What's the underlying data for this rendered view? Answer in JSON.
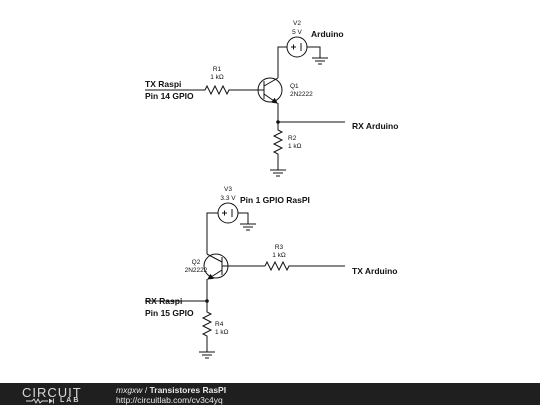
{
  "colors": {
    "ink": "#111111",
    "footer_bg": "#1f1f1f",
    "footer_text": "#e8e8e8"
  },
  "circuit1": {
    "v2_name": "V2",
    "v2_value": "5 V",
    "v2_net": "Arduino",
    "r1_name": "R1",
    "r1_value": "1 kΩ",
    "tx_raspi": "TX Raspi",
    "tx_pin": "Pin 14 GPIO",
    "q1_name": "Q1",
    "q1_part": "2N2222",
    "rx_arduino": "RX Arduino",
    "r2_name": "R2",
    "r2_value": "1 kΩ"
  },
  "circuit2": {
    "v3_name": "V3",
    "v3_value": "3.3 V",
    "v3_net": "Pin 1 GPIO RasPI",
    "r3_name": "R3",
    "r3_value": "1 kΩ",
    "q2_name": "Q2",
    "q2_part": "2N2222",
    "tx_arduino": "TX Arduino",
    "rx_raspi": "RX Raspi",
    "rx_pin": "Pin 15 GPIO",
    "r4_name": "R4",
    "r4_value": "1 kΩ"
  },
  "footer": {
    "logo_top": "CIRCUIT",
    "logo_bottom": "LAB",
    "user": "mxgxw",
    "separator": " / ",
    "title": "Transistores RasPI",
    "url": "http://circuitlab.com/cv3c4yq"
  }
}
